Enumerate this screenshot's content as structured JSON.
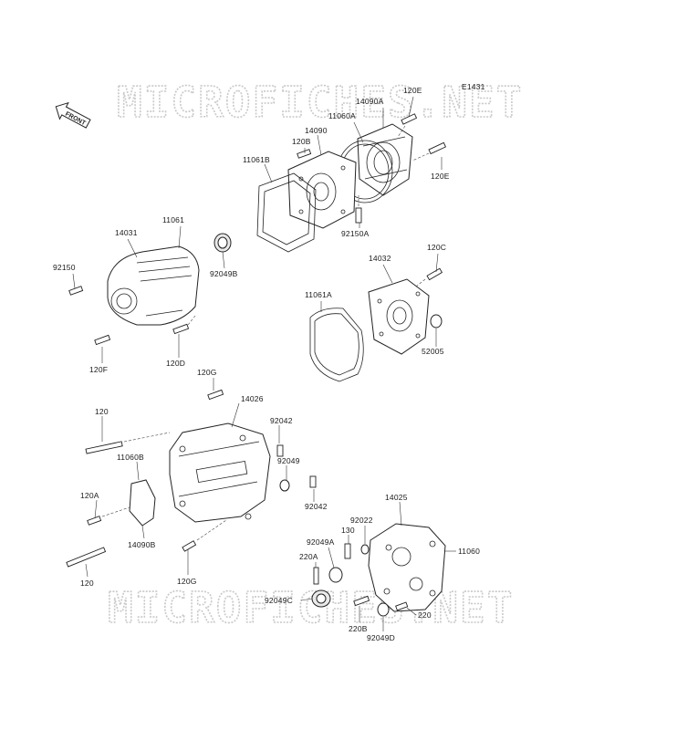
{
  "diagram": {
    "code": "E1431",
    "front_label": "FRONT",
    "watermark_top": "MICROFICHES.NET",
    "watermark_bottom": "MICROFICHES.NET",
    "labels": {
      "p120E_a": "120E",
      "p14090A": "14090A",
      "p11060A": "11060A",
      "p14090": "14090",
      "p120B": "120B",
      "p11061B": "11061B",
      "p120E_b": "120E",
      "p92150A": "92150A",
      "p14031": "14031",
      "p11061": "11061",
      "p92049B": "92049B",
      "p92150": "92150",
      "p120C": "120C",
      "p14032": "14032",
      "p11061A": "11061A",
      "p52005": "52005",
      "p120F": "120F",
      "p120D": "120D",
      "p120G_a": "120G",
      "p14026": "14026",
      "p120_a": "120",
      "p92042_a": "92042",
      "p92049": "92049",
      "p11060B": "11060B",
      "p92042_b": "92042",
      "p120A": "120A",
      "p14090B": "14090B",
      "p14025": "14025",
      "p130": "130",
      "p92022": "92022",
      "p92049A": "92049A",
      "p11060": "11060",
      "p220A": "220A",
      "p120_b": "120",
      "p120G_b": "120G",
      "p92049C": "92049C",
      "p220": "220",
      "p220B": "220B",
      "p92049D": "92049D"
    }
  }
}
